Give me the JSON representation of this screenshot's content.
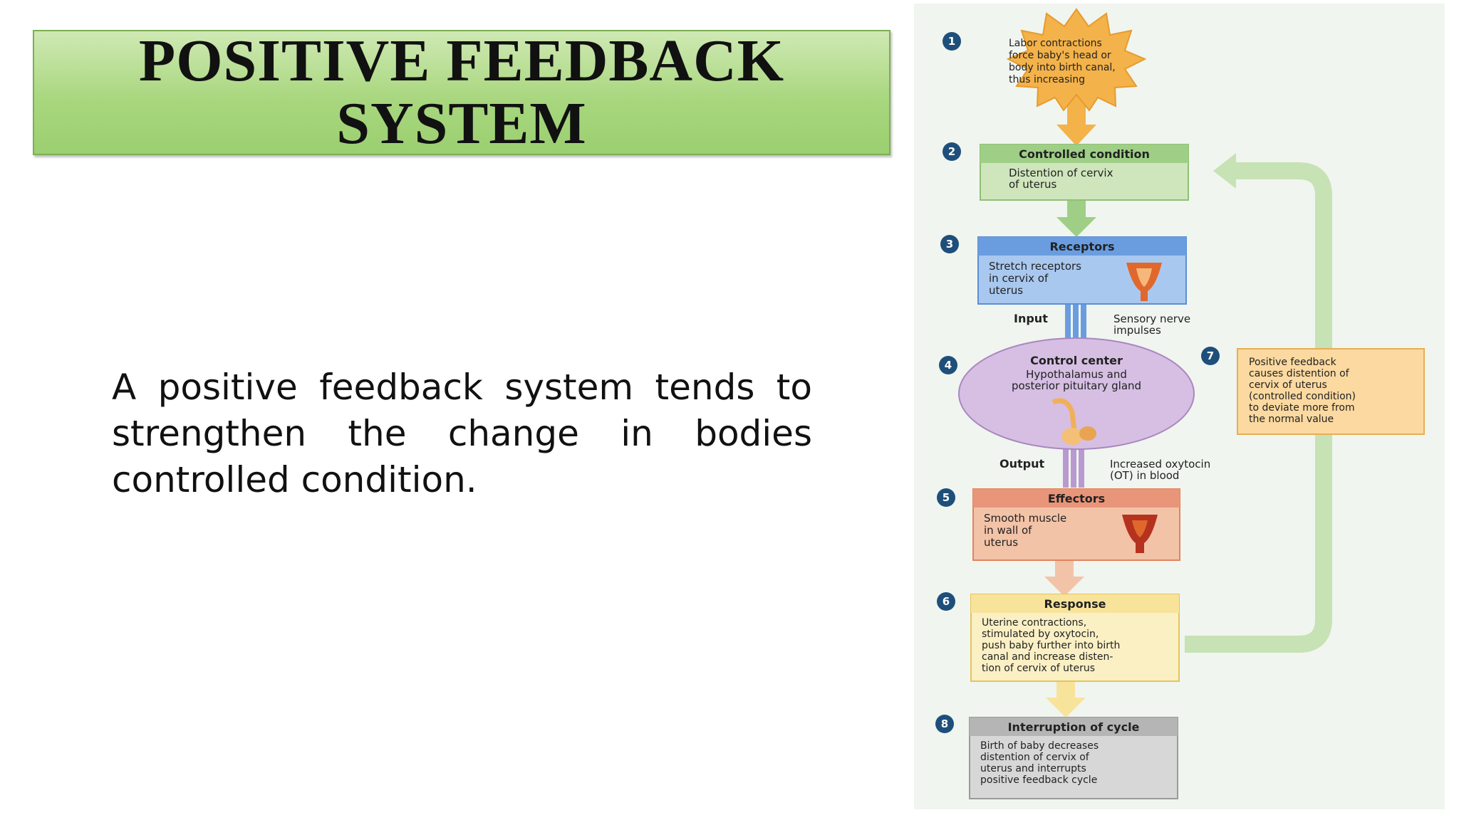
{
  "title": {
    "line1": "POSITIVE FEEDBACK",
    "line2": "SYSTEM"
  },
  "body_text": "A positive feedback system tends to strengthen the change in bodies controlled condition.",
  "diagram": {
    "step1": {
      "num": "1",
      "lines": [
        "Labor contractions",
        "force baby's head or",
        "body into birth canal,",
        "thus increasing"
      ]
    },
    "step2": {
      "num": "2",
      "heading": "Controlled condition",
      "lines": [
        "Distention of cervix",
        "of uterus"
      ]
    },
    "step3": {
      "num": "3",
      "heading": "Receptors",
      "lines": [
        "Stretch receptors",
        "in cervix of",
        "uterus"
      ]
    },
    "input": {
      "label": "Input",
      "note_lines": [
        "Sensory nerve",
        "impulses"
      ]
    },
    "step4": {
      "num": "4",
      "heading": "Control center",
      "lines": [
        "Hypothalamus and",
        "posterior pituitary gland"
      ]
    },
    "output": {
      "label": "Output",
      "note_lines": [
        "Increased oxytocin",
        "(OT) in blood"
      ]
    },
    "step5": {
      "num": "5",
      "heading": "Effectors",
      "lines": [
        "Smooth muscle",
        "in wall of",
        "uterus"
      ]
    },
    "step6": {
      "num": "6",
      "heading": "Response",
      "lines": [
        "Uterine contractions,",
        "stimulated by oxytocin,",
        "push baby further into birth",
        "canal and increase disten-",
        "tion of cervix of uterus"
      ]
    },
    "step7": {
      "num": "7",
      "lines": [
        "Positive feedback",
        "causes distention of",
        "cervix of uterus",
        "(controlled condition)",
        "to deviate more from",
        "the normal value"
      ]
    },
    "step8": {
      "num": "8",
      "heading": "Interruption of cycle",
      "lines": [
        "Birth of baby decreases",
        "distention of cervix of",
        "uterus and interrupts",
        "positive feedback cycle"
      ]
    },
    "colors": {
      "orange": "#f3b24a",
      "green": "#9fcf86",
      "blue": "#6a9de0",
      "purple": "#c7a6d8",
      "salmon": "#e9957a",
      "yellow": "#f8e39a",
      "gray": "#b5b5b5",
      "loop": "#c7e2b4"
    }
  }
}
